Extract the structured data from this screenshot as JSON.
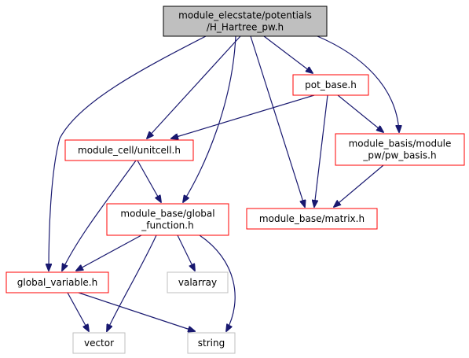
{
  "graph": {
    "colors": {
      "edge": "#191970",
      "root_fill": "#bfbfbf",
      "root_border": "#000000",
      "linked_border": "#ff0000",
      "external_border": "#bfbfbf",
      "node_fill": "#ffffff"
    },
    "nodes": [
      {
        "id": "root",
        "kind": "root",
        "lines": [
          "module_elecstate/potentials",
          "/H_Hartree_pw.h"
        ]
      },
      {
        "id": "pot_base",
        "kind": "linked",
        "lines": [
          "pot_base.h"
        ]
      },
      {
        "id": "unitcell",
        "kind": "linked",
        "lines": [
          "module_cell/unitcell.h"
        ]
      },
      {
        "id": "pw_basis",
        "kind": "linked",
        "lines": [
          "module_basis/module",
          "_pw/pw_basis.h"
        ]
      },
      {
        "id": "global_function",
        "kind": "linked",
        "lines": [
          "module_base/global",
          "_function.h"
        ]
      },
      {
        "id": "matrix",
        "kind": "linked",
        "lines": [
          "module_base/matrix.h"
        ]
      },
      {
        "id": "global_variable",
        "kind": "linked",
        "lines": [
          "global_variable.h"
        ]
      },
      {
        "id": "valarray",
        "kind": "external",
        "lines": [
          "valarray"
        ]
      },
      {
        "id": "vector",
        "kind": "external",
        "lines": [
          "vector"
        ]
      },
      {
        "id": "string",
        "kind": "external",
        "lines": [
          "string"
        ]
      }
    ],
    "edges": [
      {
        "from": "root",
        "to": "pot_base"
      },
      {
        "from": "root",
        "to": "unitcell"
      },
      {
        "from": "root",
        "to": "pw_basis"
      },
      {
        "from": "root",
        "to": "global_function"
      },
      {
        "from": "root",
        "to": "matrix"
      },
      {
        "from": "root",
        "to": "global_variable"
      },
      {
        "from": "pot_base",
        "to": "unitcell"
      },
      {
        "from": "pot_base",
        "to": "pw_basis"
      },
      {
        "from": "pot_base",
        "to": "matrix"
      },
      {
        "from": "unitcell",
        "to": "global_function"
      },
      {
        "from": "unitcell",
        "to": "global_variable"
      },
      {
        "from": "pw_basis",
        "to": "matrix"
      },
      {
        "from": "global_function",
        "to": "global_variable"
      },
      {
        "from": "global_function",
        "to": "valarray"
      },
      {
        "from": "global_function",
        "to": "vector"
      },
      {
        "from": "global_function",
        "to": "string"
      },
      {
        "from": "global_variable",
        "to": "vector"
      },
      {
        "from": "global_variable",
        "to": "string"
      }
    ]
  }
}
